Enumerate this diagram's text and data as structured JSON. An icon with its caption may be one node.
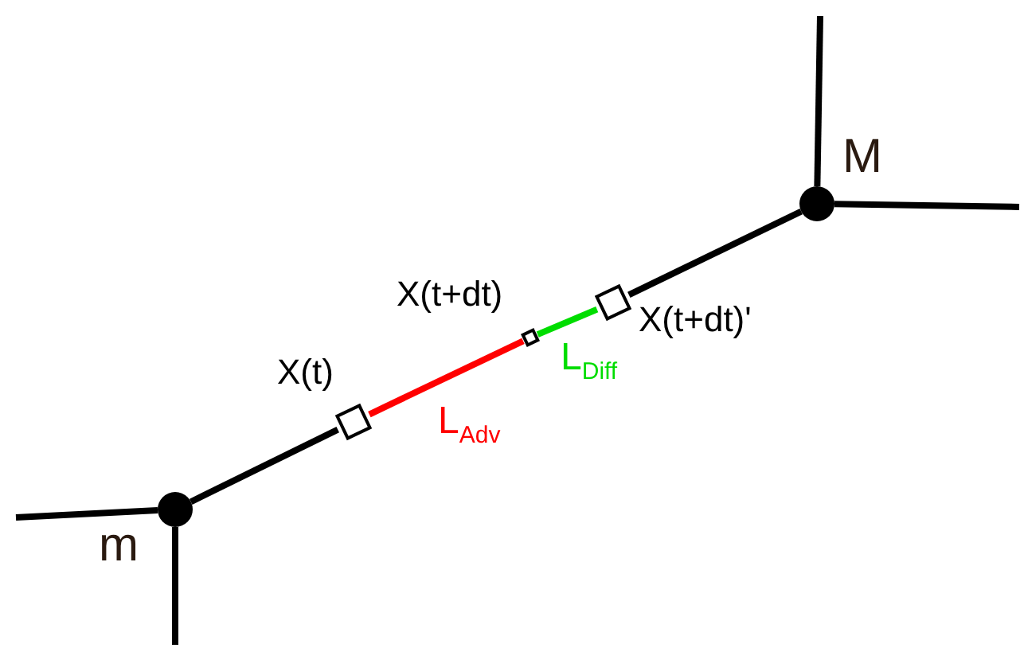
{
  "diagram": {
    "nodes": [
      {
        "text": [
          "m"
        ]
      },
      {
        "text": [
          "X(t)"
        ]
      },
      {
        "text": [
          "X(t+dt)"
        ]
      },
      {
        "text": [
          "X(t+dt)'"
        ]
      },
      {
        "text": [
          "M"
        ]
      }
    ],
    "edges": [
      {
        "from": 0,
        "to": null,
        "arrow": "none"
      },
      {
        "from": 0,
        "to": null,
        "arrow": "none"
      },
      {
        "from": 0,
        "to": 1,
        "arrow": "none"
      },
      {
        "from": 1,
        "to": 2,
        "arrow": "none",
        "label": "L$_{Adv}$",
        "color": "#ff0000"
      },
      {
        "from": 2,
        "to": 3,
        "arrow": "none",
        "label": "L$_{Diff}$",
        "color": "#00dd00"
      },
      {
        "from": 3,
        "to": 4,
        "arrow": "none"
      },
      {
        "from": 4,
        "to": null,
        "arrow": "none"
      },
      {
        "from": 4,
        "to": null,
        "arrow": "none"
      }
    ]
  }
}
